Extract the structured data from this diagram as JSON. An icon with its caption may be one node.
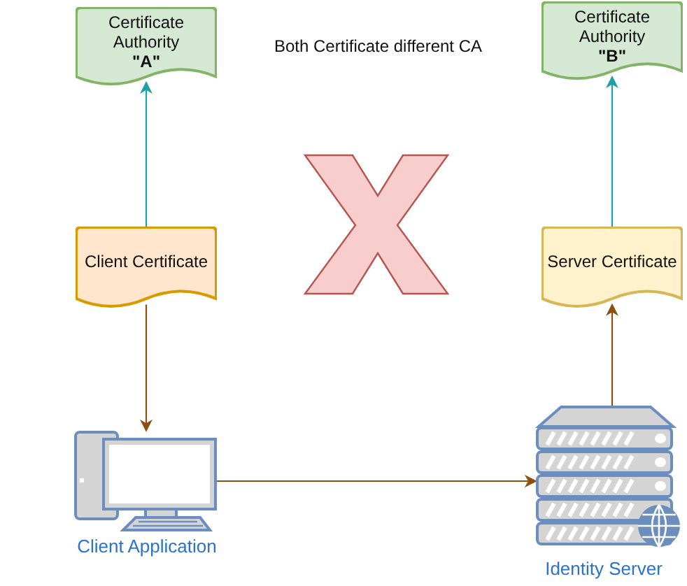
{
  "diagram": {
    "nodes": [
      {
        "text": [
          "Certificate Authority",
          "\"A\""
        ]
      },
      {
        "text": [
          "Certificate Authority",
          "\"B\""
        ]
      },
      {
        "text": [
          "Client Certificate"
        ]
      },
      {
        "text": [
          "Server Certificate"
        ]
      },
      {
        "text": [
          "Client Application"
        ]
      },
      {
        "text": [
          "Identity Server"
        ]
      }
    ],
    "edges": [
      {
        "from": 2,
        "to": 0,
        "arrow": "to",
        "color": "#1ba1a6"
      },
      {
        "from": 2,
        "to": 4,
        "arrow": "to"
      },
      {
        "from": 4,
        "to": 5,
        "arrow": "to"
      },
      {
        "from": 5,
        "to": 3,
        "arrow": "to"
      },
      {
        "from": 3,
        "to": 1,
        "arrow": "to",
        "color": "#1ba1a6"
      }
    ],
    "labels": [
      "Both Certificate different CA"
    ]
  }
}
